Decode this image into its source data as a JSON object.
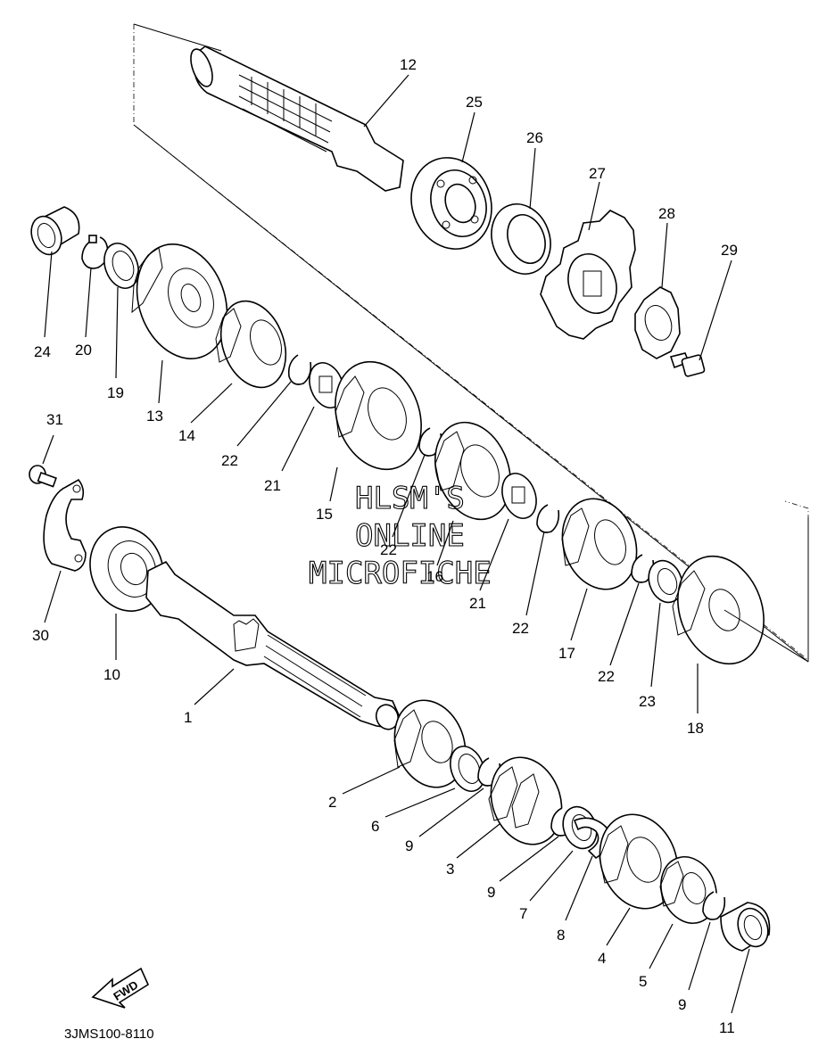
{
  "callouts": [
    {
      "id": "c1",
      "text": "1"
    },
    {
      "id": "c2",
      "text": "2"
    },
    {
      "id": "c3",
      "text": "3"
    },
    {
      "id": "c4",
      "text": "4"
    },
    {
      "id": "c5",
      "text": "5"
    },
    {
      "id": "c6",
      "text": "6"
    },
    {
      "id": "c7",
      "text": "7"
    },
    {
      "id": "c8",
      "text": "8"
    },
    {
      "id": "c9a",
      "text": "9"
    },
    {
      "id": "c9b",
      "text": "9"
    },
    {
      "id": "c9c",
      "text": "9"
    },
    {
      "id": "c10",
      "text": "10"
    },
    {
      "id": "c11",
      "text": "11"
    },
    {
      "id": "c12",
      "text": "12"
    },
    {
      "id": "c13",
      "text": "13"
    },
    {
      "id": "c14",
      "text": "14"
    },
    {
      "id": "c15",
      "text": "15"
    },
    {
      "id": "c16",
      "text": "16"
    },
    {
      "id": "c17",
      "text": "17"
    },
    {
      "id": "c18",
      "text": "18"
    },
    {
      "id": "c19",
      "text": "19"
    },
    {
      "id": "c20",
      "text": "20"
    },
    {
      "id": "c21a",
      "text": "21"
    },
    {
      "id": "c21b",
      "text": "21"
    },
    {
      "id": "c22a",
      "text": "22"
    },
    {
      "id": "c22b",
      "text": "22"
    },
    {
      "id": "c22c",
      "text": "22"
    },
    {
      "id": "c22d",
      "text": "22"
    },
    {
      "id": "c23",
      "text": "23"
    },
    {
      "id": "c24",
      "text": "24"
    },
    {
      "id": "c25",
      "text": "25"
    },
    {
      "id": "c26",
      "text": "26"
    },
    {
      "id": "c27",
      "text": "27"
    },
    {
      "id": "c28",
      "text": "28"
    },
    {
      "id": "c29",
      "text": "29"
    },
    {
      "id": "c30",
      "text": "30"
    },
    {
      "id": "c31",
      "text": "31"
    }
  ],
  "watermark": {
    "line1": "HLSM'S",
    "line2": "ONLINE",
    "line3": "MICROFICHE"
  },
  "fwd_label": "FWD",
  "drawing_code": "3JMS100-8110",
  "icons": {
    "fwd": "fwd-arrow-icon"
  }
}
